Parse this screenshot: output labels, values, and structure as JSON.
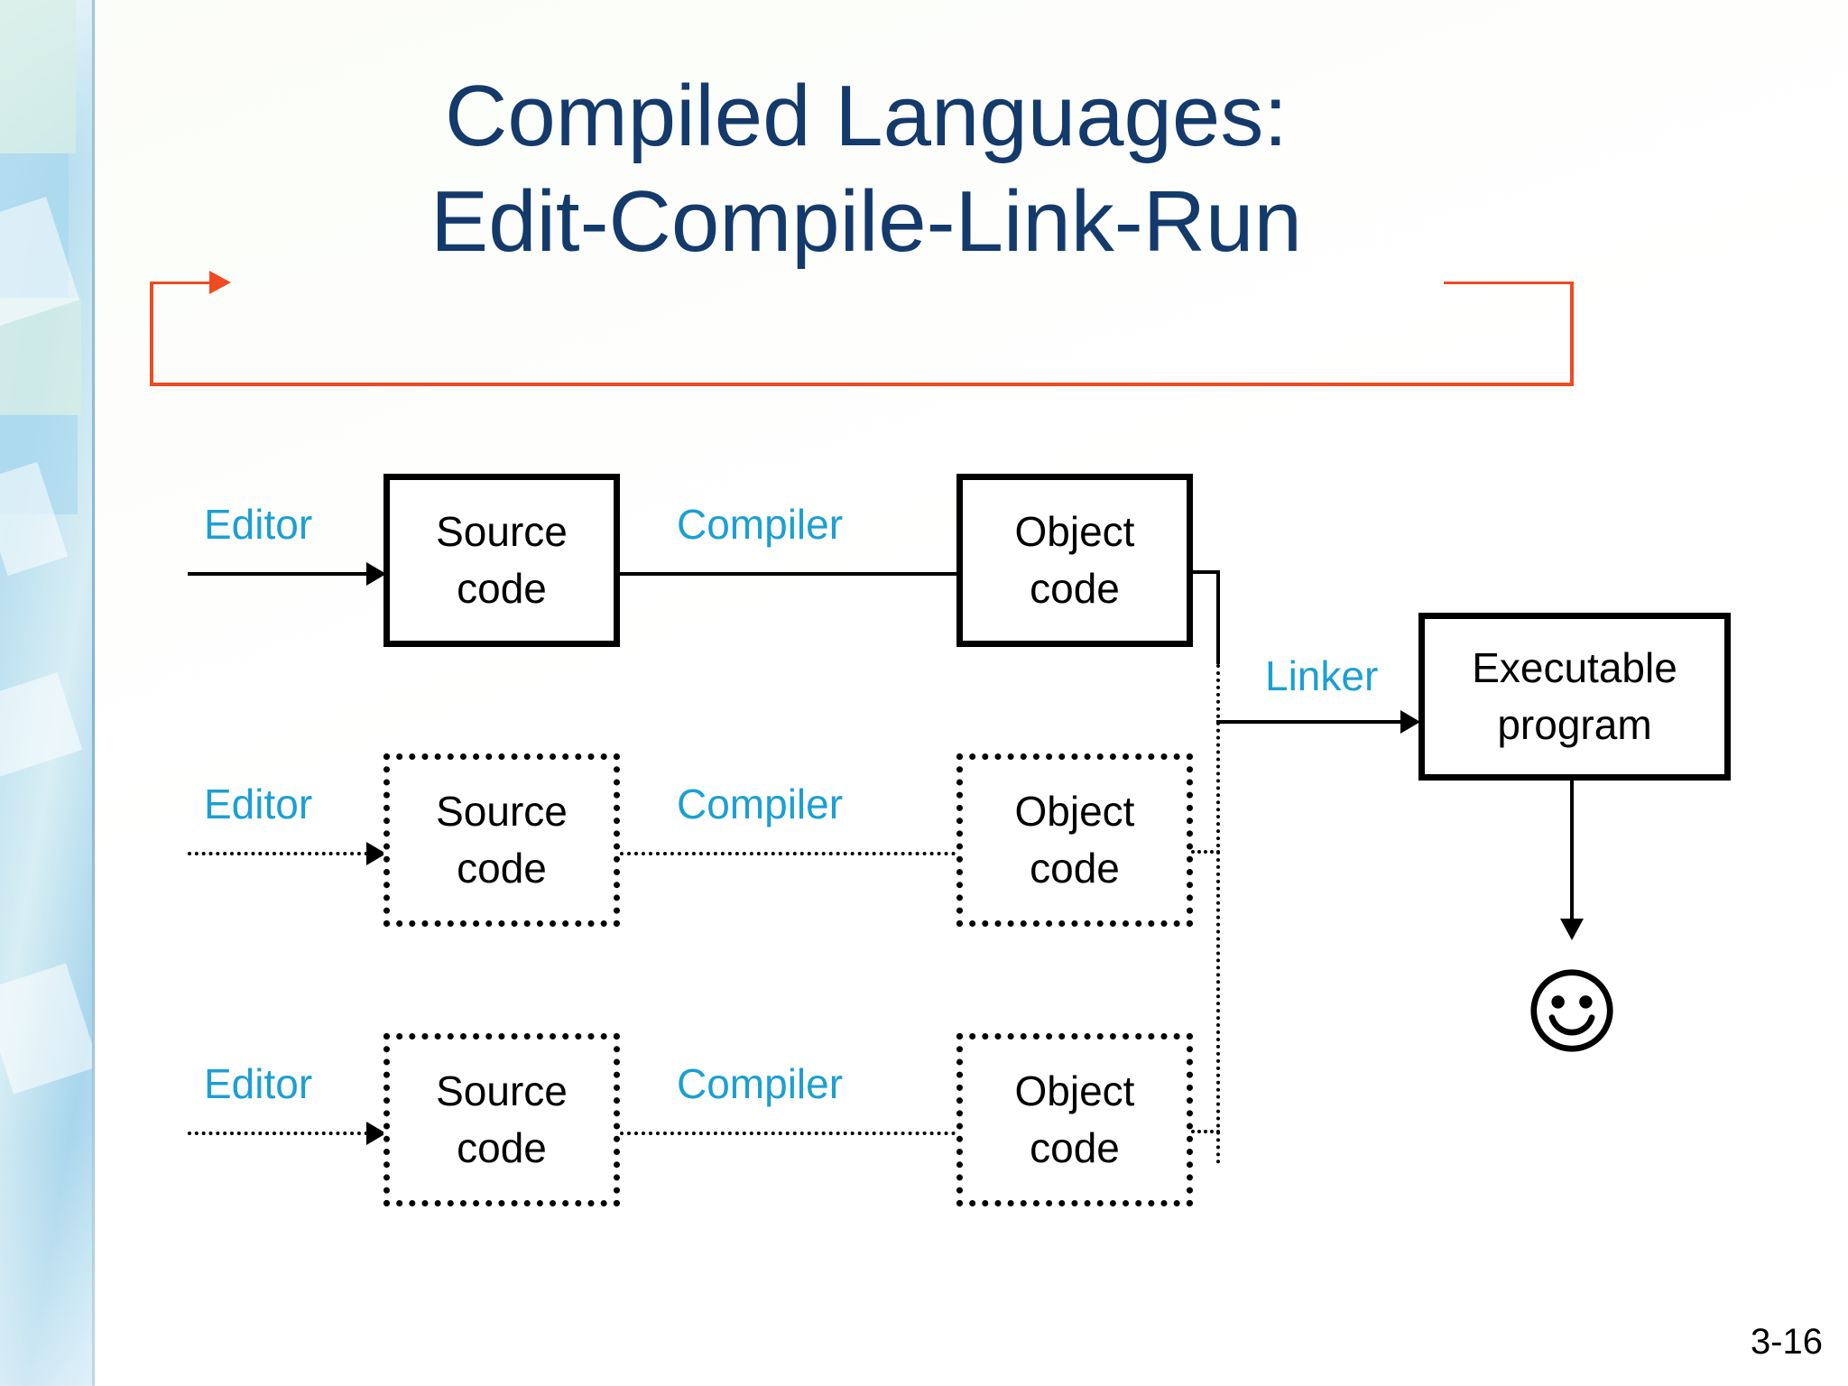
{
  "slide": {
    "page_number": "3-16",
    "colors": {
      "title": "#143a6b",
      "process_label": "#1b9fd4",
      "loop_arrow": "#f04a22",
      "node_border": "#000000",
      "background": "#ffffff"
    }
  },
  "title": {
    "line1": "Compiled Languages:",
    "line2": "Edit-Compile-Link-Run"
  },
  "loop": {
    "name": "edit-compile-link-run-feedback-loop"
  },
  "diagram": {
    "type": "flow",
    "rows": [
      {
        "style": "solid",
        "editor_label": "Editor",
        "source_line1": "Source",
        "source_line2": "code",
        "compiler_label": "Compiler",
        "object_line1": "Object",
        "object_line2": "code"
      },
      {
        "style": "dotted",
        "editor_label": "Editor",
        "source_line1": "Source",
        "source_line2": "code",
        "compiler_label": "Compiler",
        "object_line1": "Object",
        "object_line2": "code"
      },
      {
        "style": "dotted",
        "editor_label": "Editor",
        "source_line1": "Source",
        "source_line2": "code",
        "compiler_label": "Compiler",
        "object_line1": "Object",
        "object_line2": "code"
      }
    ],
    "linker_label": "Linker",
    "executable_line1": "Executable",
    "executable_line2": "program",
    "result_icon": "smiley-face-icon"
  }
}
